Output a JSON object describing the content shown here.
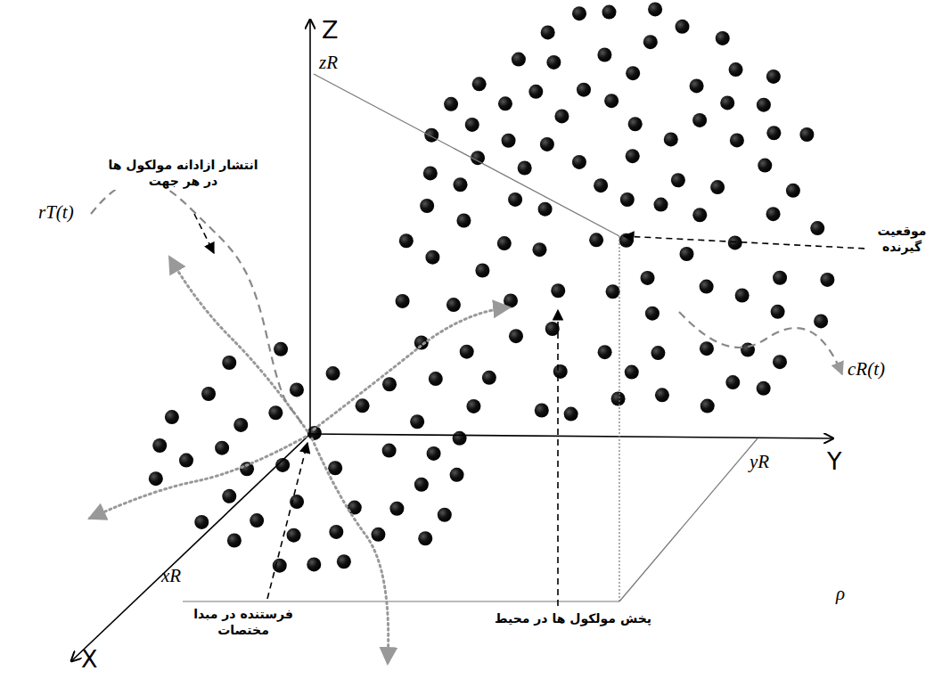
{
  "diagram": {
    "labels": [
      "Z",
      "zR",
      "انتشار ازادانه مولکول ها در هر جهت",
      "موقعیت گیرنده",
      "rT(t)",
      "cR(t)",
      "Y",
      "yR",
      "xR",
      "فرستنده در مبدا مختصات",
      "پخش مولکول ها در محیط",
      "ρ",
      "X"
    ]
  }
}
